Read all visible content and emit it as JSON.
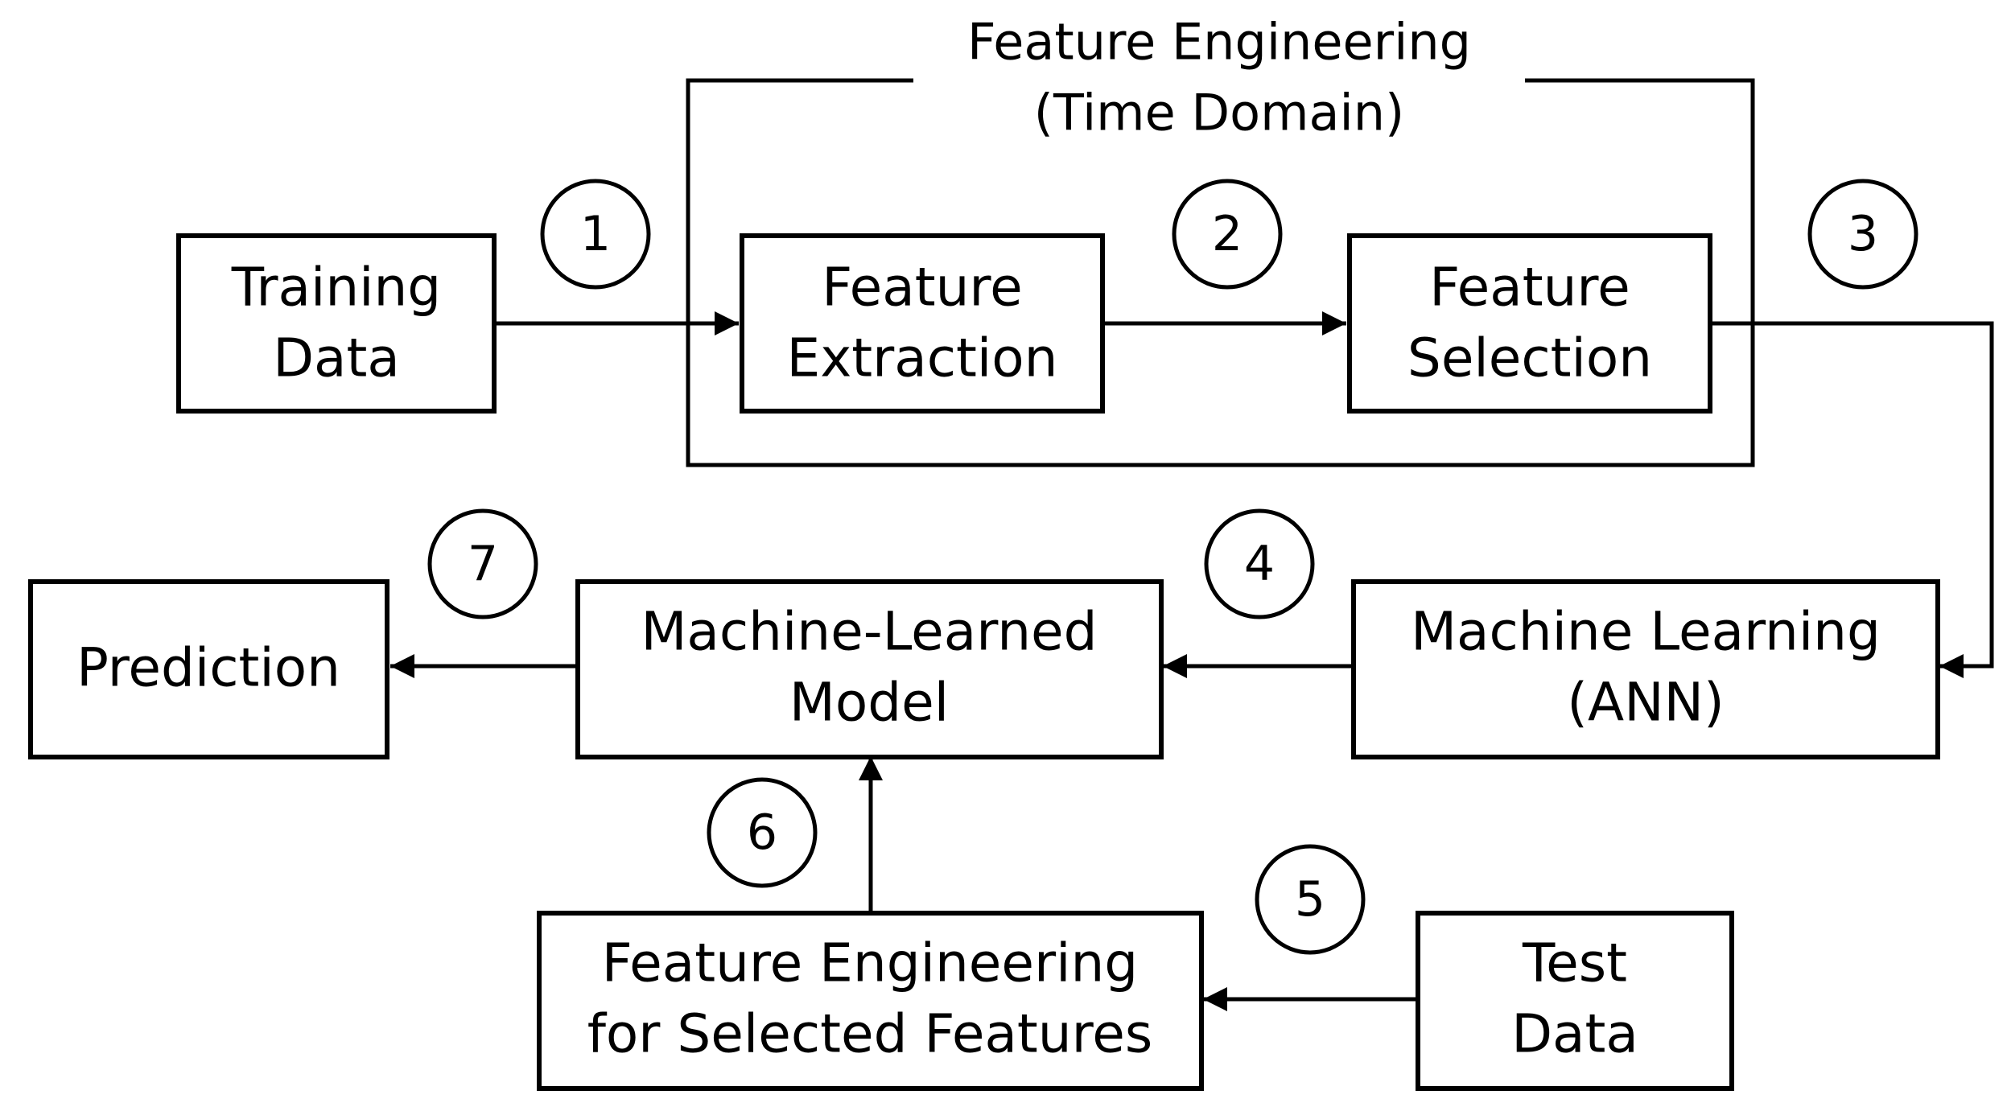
{
  "group": {
    "title_line1": "Feature Engineering",
    "title_line2": "(Time Domain)"
  },
  "nodes": {
    "training_data": {
      "line1": "Training",
      "line2": "Data"
    },
    "feature_extraction": {
      "line1": "Feature",
      "line2": "Extraction"
    },
    "feature_selection": {
      "line1": "Feature",
      "line2": "Selection"
    },
    "machine_learning": {
      "line1": "Machine Learning",
      "line2": "(ANN)"
    },
    "learned_model": {
      "line1": "Machine-Learned",
      "line2": "Model"
    },
    "prediction": {
      "line1": "Prediction"
    },
    "fe_selected": {
      "line1": "Feature Engineering",
      "line2": "for Selected Features"
    },
    "test_data": {
      "line1": "Test",
      "line2": "Data"
    }
  },
  "steps": [
    "1",
    "2",
    "3",
    "4",
    "5",
    "6",
    "7"
  ]
}
